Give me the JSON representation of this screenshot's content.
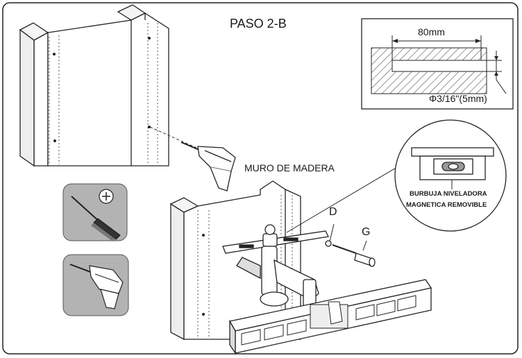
{
  "title": "PASO 2-B",
  "labels": {
    "wall": "MURO DE MADERA",
    "part_d": "D",
    "part_g": "G",
    "bubble_line1": "BURBUJA NIVELADORA",
    "bubble_line2": "MAGNETICA REMOVIBLE"
  },
  "drill_depth_diagram": {
    "depth": "80mm",
    "diameter": "Φ3/16\"(5mm)"
  },
  "icons": [
    "phillips-screwdriver-icon",
    "power-drill-icon"
  ]
}
